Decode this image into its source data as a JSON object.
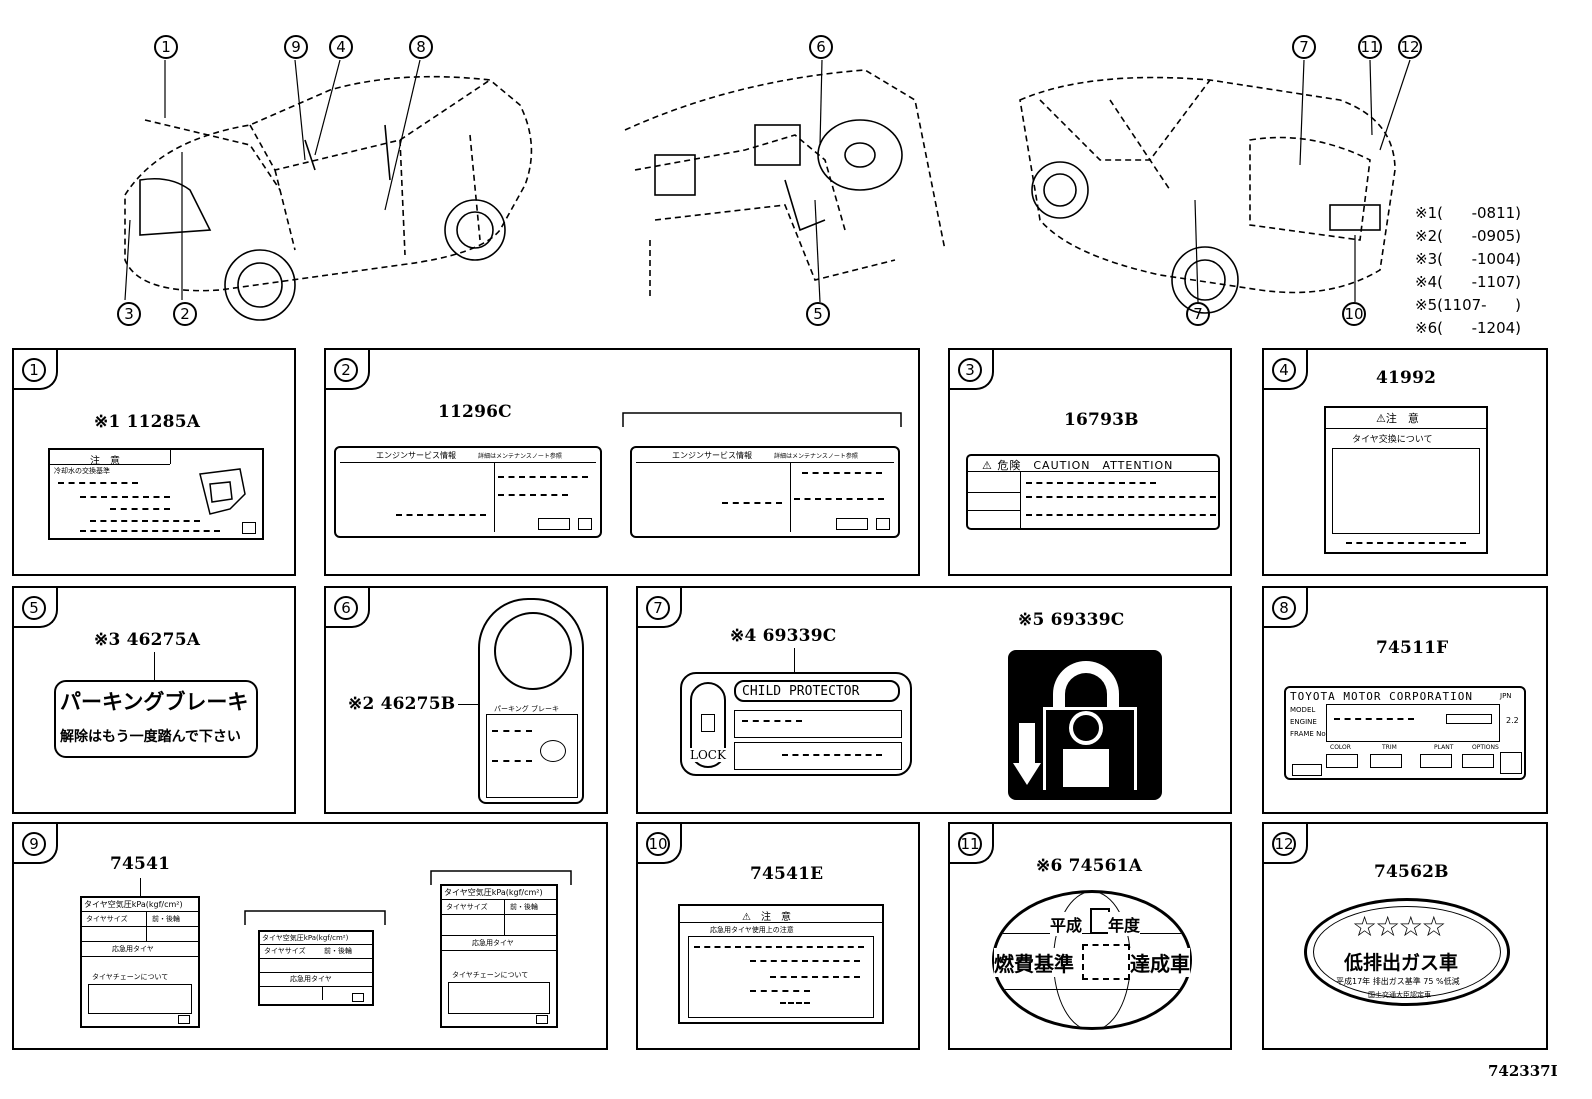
{
  "callouts": {
    "c1": "1",
    "c2": "2",
    "c3": "3",
    "c4": "4",
    "c5": "5",
    "c6": "6",
    "c7a": "7",
    "c7b": "7",
    "c8": "8",
    "c9": "9",
    "c10": "10",
    "c11": "11",
    "c12": "12"
  },
  "legend": [
    {
      "mark": "※1",
      "range": "(      -0811)"
    },
    {
      "mark": "※2",
      "range": "(      -0905)"
    },
    {
      "mark": "※3",
      "range": "(      -1004)"
    },
    {
      "mark": "※4",
      "range": "(      -1107)"
    },
    {
      "mark": "※5",
      "range": "(1107-      )"
    },
    {
      "mark": "※6",
      "range": "(      -1204)"
    }
  ],
  "panels": {
    "p1": {
      "num": "1",
      "part": "※1 11285A",
      "label_title": "注　意",
      "label_sub": "冷却水の交換基準"
    },
    "p2": {
      "num": "2",
      "part": "11296C",
      "label_a_title": "エンジンサービス情報",
      "label_a_sub": "詳細はメンテナンスノート参照",
      "label_b_title": "エンジンサービス情報",
      "label_b_sub": "詳細はメンテナンスノート参照"
    },
    "p3": {
      "num": "3",
      "part": "16793B",
      "label_title": "⚠ 危険　CAUTION　ATTENTION"
    },
    "p4": {
      "num": "4",
      "part": "41992",
      "label_title": "⚠注　意",
      "label_sub": "タイヤ交換について"
    },
    "p5": {
      "num": "5",
      "part": "※3 46275A",
      "line1": "パーキングブレーキ",
      "line2": "解除はもう一度踏んで下さい"
    },
    "p6": {
      "num": "6",
      "part": "※2 46275B",
      "label_sub": "パーキング ブレーキ"
    },
    "p7": {
      "num": "7",
      "part_a": "※4 69339C",
      "part_b": "※5 69339C",
      "child": "CHILD PROTECTOR",
      "lock": "LOCK"
    },
    "p8": {
      "num": "8",
      "part": "74511F",
      "corp": "TOYOTA MOTOR CORPORATION",
      "jpn": "JPN",
      "model": "MODEL",
      "engine": "ENGINE",
      "frame": "FRAME No",
      "color": "COLOR",
      "trim": "TRIM",
      "plant": "PLANT",
      "options": "OPTIONS",
      "suffix": "2.2"
    },
    "p9": {
      "num": "9",
      "part": "74541",
      "head": "タイヤ空気圧kPa(kgf/cm²)",
      "size": "タイヤサイズ",
      "front_rear": "前・後輪",
      "spare": "応急用タイヤ",
      "chain": "タイヤチェーンについて"
    },
    "p10": {
      "num": "10",
      "part": "74541E",
      "label_title": "⚠　注　意",
      "label_sub": "応急用タイヤ使用上の注意"
    },
    "p11": {
      "num": "11",
      "part": "※6 74561A",
      "top": "平成",
      "year": "年度",
      "left": "燃費基準",
      "right": "達成車"
    },
    "p12": {
      "num": "12",
      "part": "74562B",
      "stars": "☆☆☆☆",
      "main": "低排出ガス車",
      "sub1": "平成17年 排出ガス基準 75 %低減",
      "sub2": "国土交通大臣認定車"
    }
  },
  "ref_code": "742337I"
}
